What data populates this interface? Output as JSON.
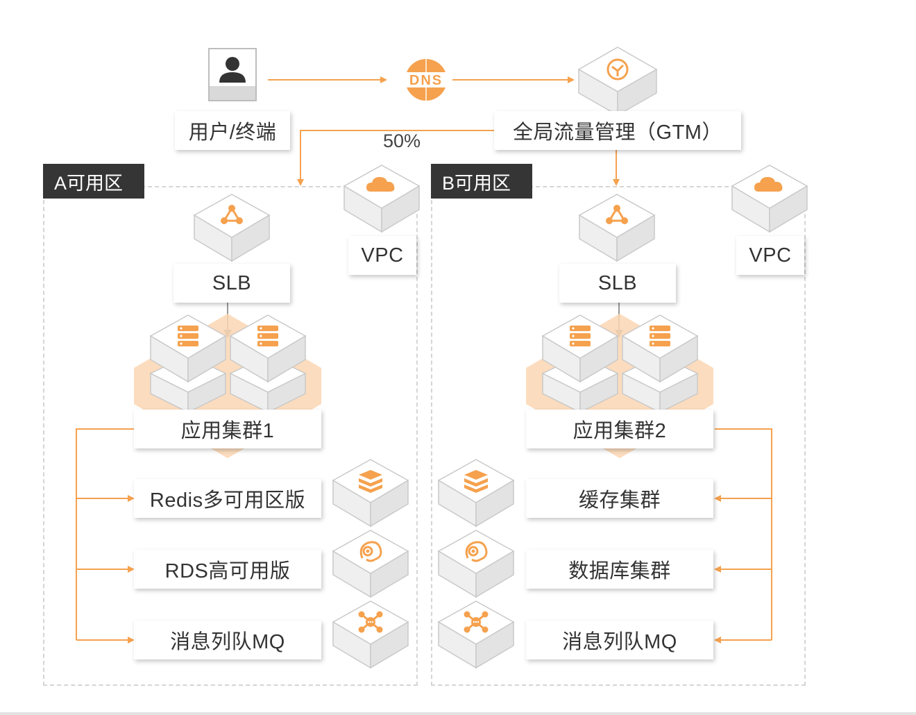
{
  "user": {
    "label": "用户/终端",
    "icon": "user-icon"
  },
  "dns": {
    "text": "DNS",
    "icon": "dns-icon"
  },
  "gtm": {
    "label": "全局流量管理（GTM）",
    "icon": "gtm-icon"
  },
  "traffic_split": "50%",
  "zone_a": {
    "title": "A可用区",
    "vpc": "VPC",
    "slb": "SLB",
    "cluster": "应用集群1",
    "services": [
      "Redis多可用区版",
      "RDS高可用版",
      "消息列队MQ"
    ]
  },
  "zone_b": {
    "title": "B可用区",
    "vpc": "VPC",
    "slb": "SLB",
    "cluster": "应用集群2",
    "services": [
      "缓存集群",
      "数据库集群",
      "消息列队MQ"
    ]
  },
  "colors": {
    "accent": "#f5a14e",
    "accent_light": "#fbd6b3",
    "tab_bg": "#353535",
    "cube_top": "#ffffff",
    "cube_side": "#ececec"
  }
}
